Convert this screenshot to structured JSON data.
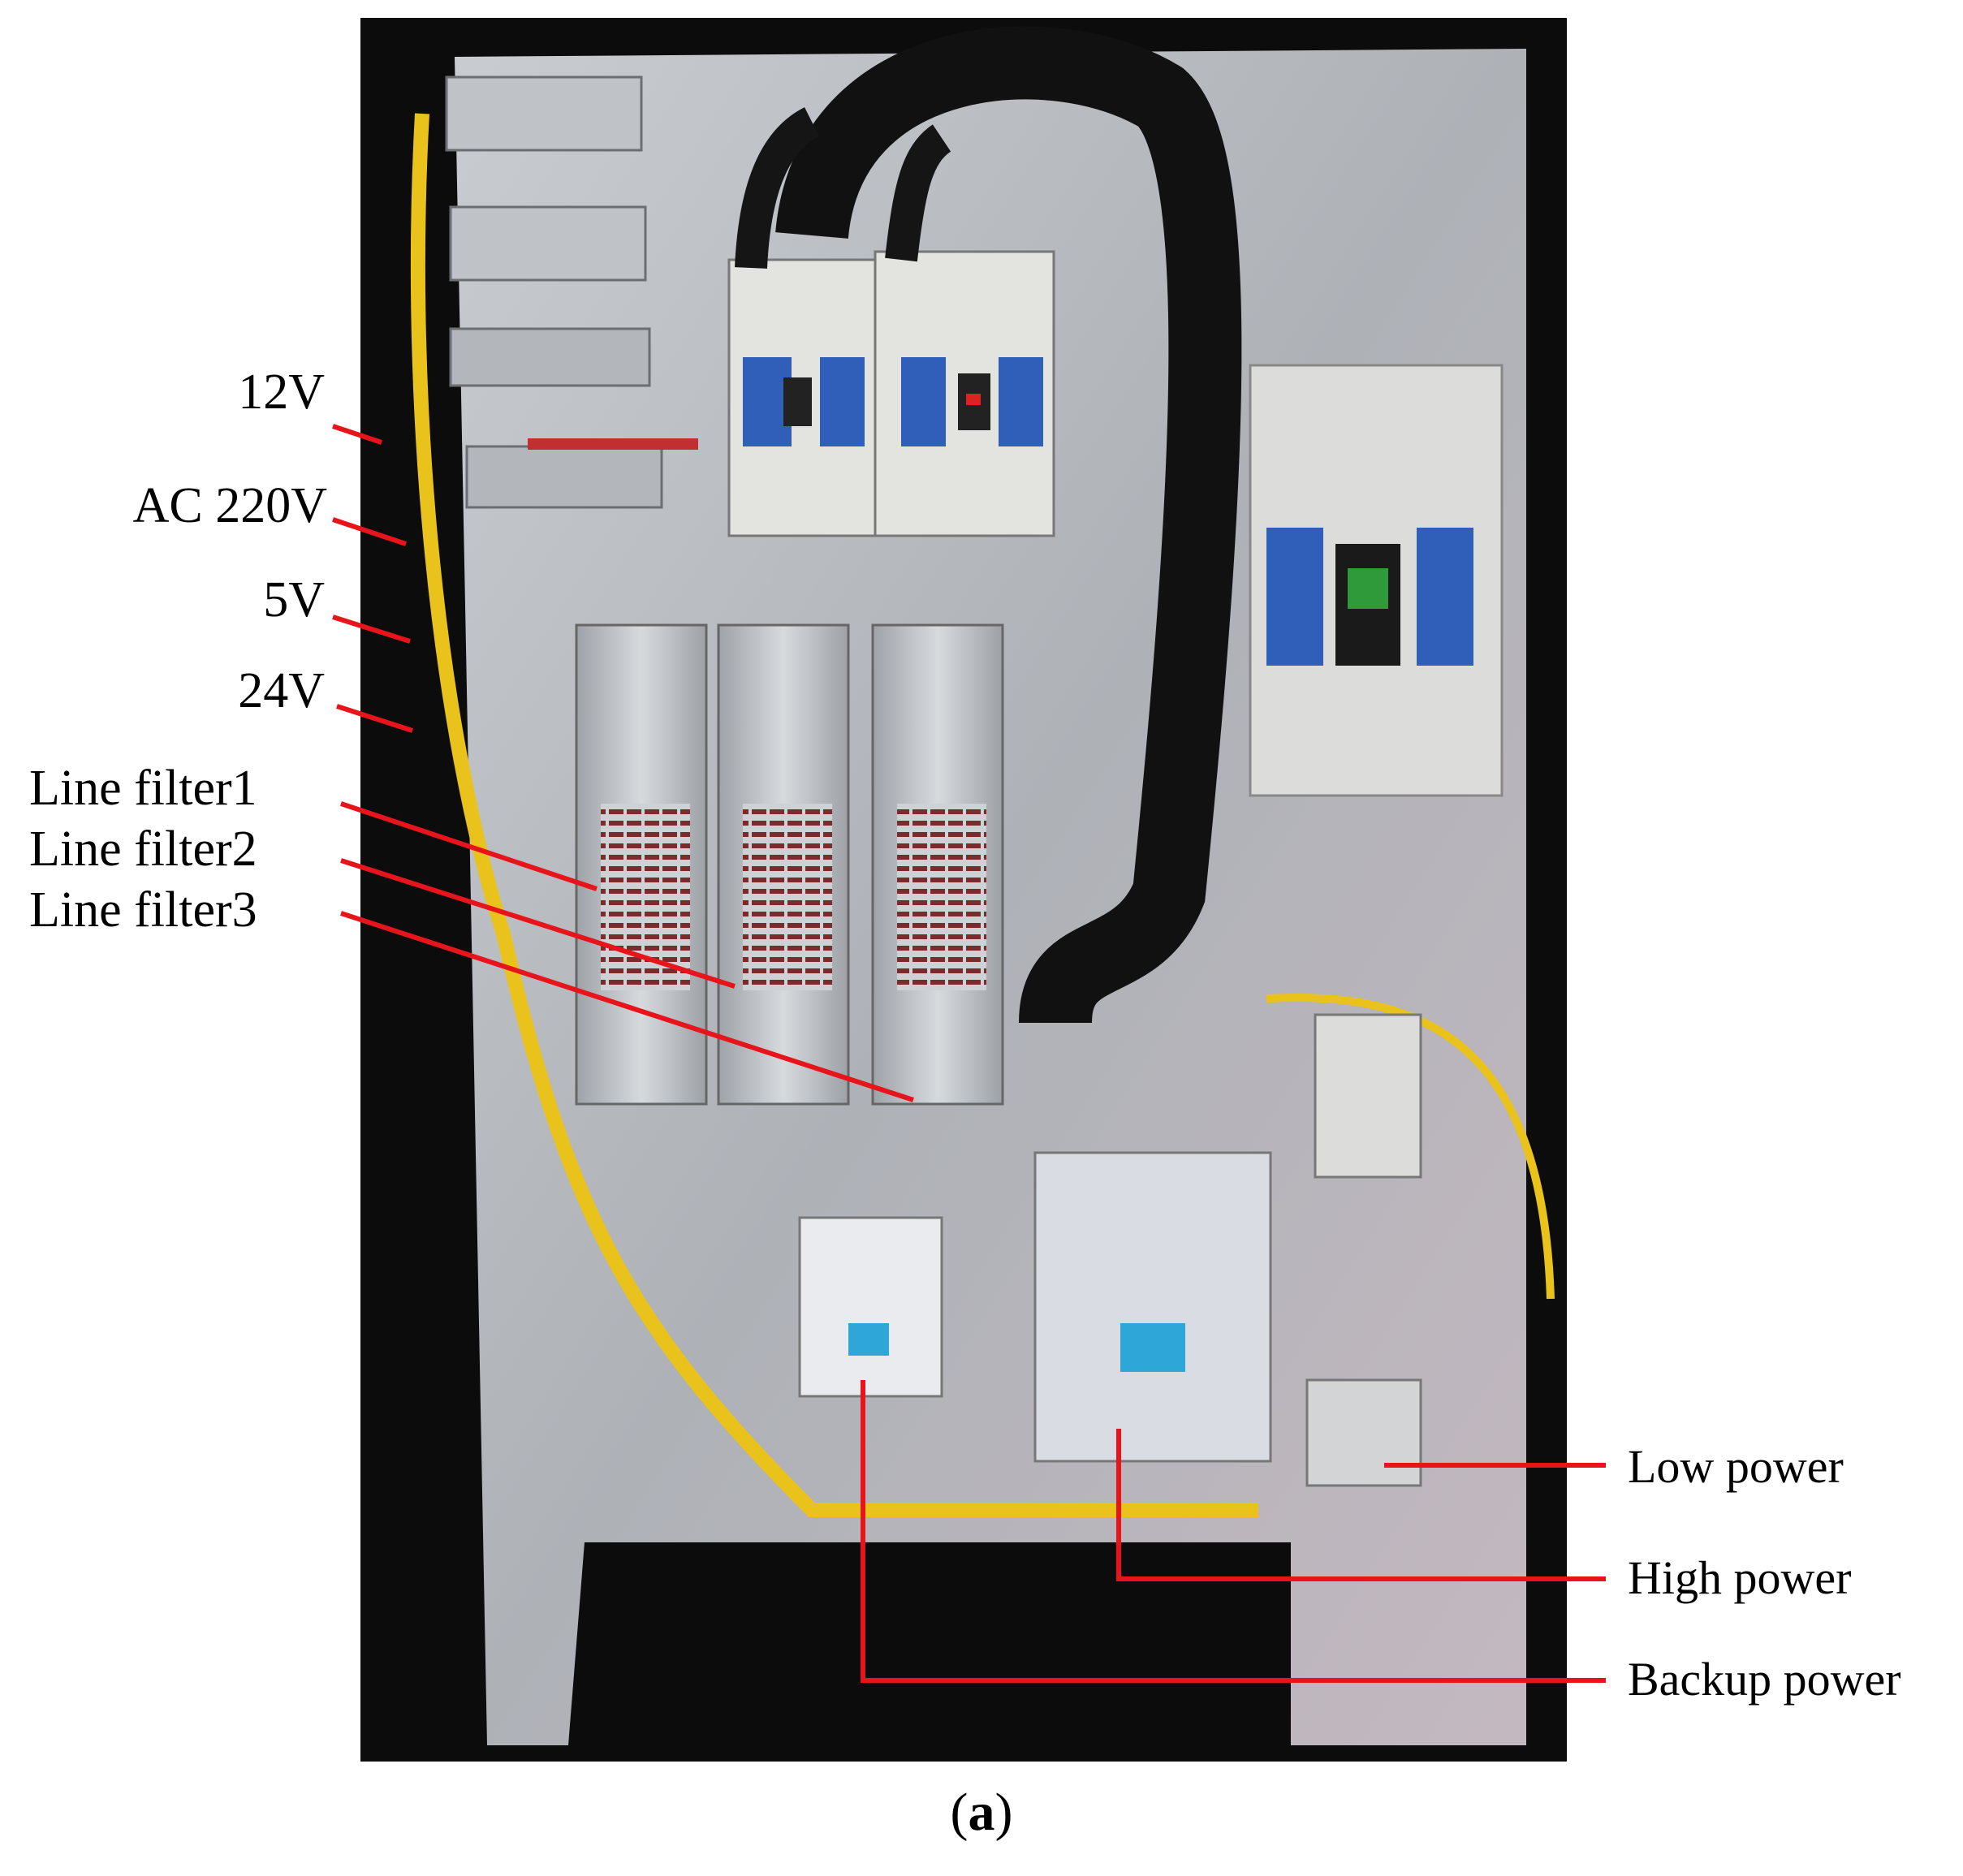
{
  "figure": {
    "caption_open": "(",
    "caption_letter": "a",
    "caption_close": ")"
  },
  "labels": {
    "v12": "12V",
    "ac220": "AC 220V",
    "v5": "5V",
    "v24": "24V",
    "filter1": "Line filter1",
    "filter2": "Line filter2",
    "filter3": "Line filter3",
    "low_power": "Low power",
    "high_power": "High power",
    "backup_power": "Backup power"
  },
  "colors": {
    "annotation_line": "#e8141c",
    "panel_metal": "#b9bcc0",
    "cabinet": "#0c0c0c"
  }
}
